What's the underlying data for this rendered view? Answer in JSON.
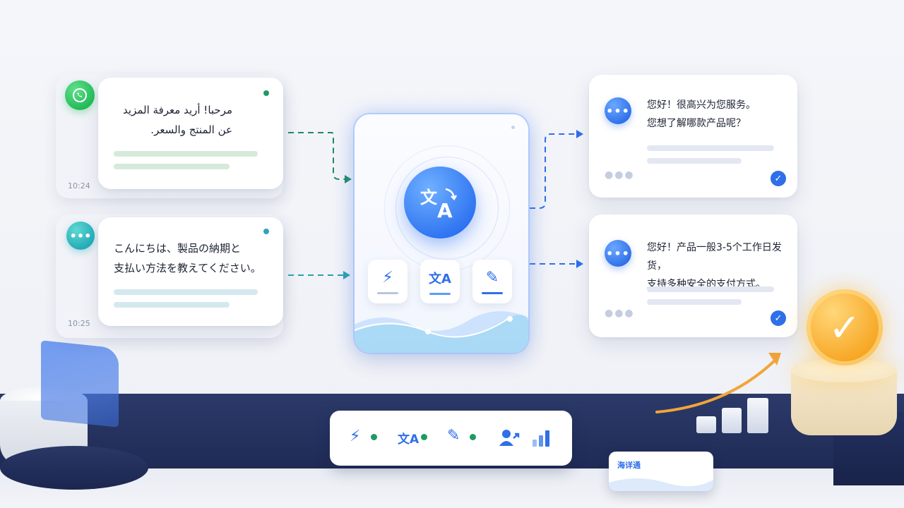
{
  "incoming": [
    {
      "app": "whatsapp",
      "icon": "whatsapp-icon",
      "text": "مرحبا! أريد معرفة المزيد\nعن المنتج والسعر.",
      "time": "10:24",
      "status_color": "#1f9a63",
      "bar_color": "#d6ead9"
    },
    {
      "app": "chat",
      "icon": "chat-bubble-icon",
      "text": "こんにちは、製品の納期と\n支払い方法を教えてください。",
      "time": "10:25",
      "status_color": "#2aa6b8",
      "bar_color": "#d4e8ef"
    }
  ],
  "hub": {
    "icon": "translate-icon",
    "tools": [
      {
        "icon": "lightning-icon"
      },
      {
        "icon": "translate-icon"
      },
      {
        "icon": "edit-pen-icon"
      }
    ]
  },
  "replies": [
    {
      "icon": "chat-bubble-icon",
      "text": "您好！很高兴为您服务。\n您想了解哪款产品呢？"
    },
    {
      "icon": "chat-bubble-icon",
      "text": "您好！产品一般3-5个工作日发货，\n支持多种安全的支付方式。"
    }
  ],
  "toolbar": {
    "items": [
      {
        "icon": "lightning-icon",
        "status": "active"
      },
      {
        "icon": "translate-icon",
        "status": "active"
      },
      {
        "icon": "edit-pen-icon",
        "status": "active"
      },
      {
        "icon": "user-share-icon"
      },
      {
        "icon": "signal-bars-icon"
      }
    ]
  },
  "brand": {
    "label": "海详通"
  },
  "colors": {
    "accent": "#2f6fe8",
    "navy": "#1f2b55",
    "green": "#1f9a63",
    "teal": "#2aa6b8",
    "gold": "#f7a623"
  }
}
